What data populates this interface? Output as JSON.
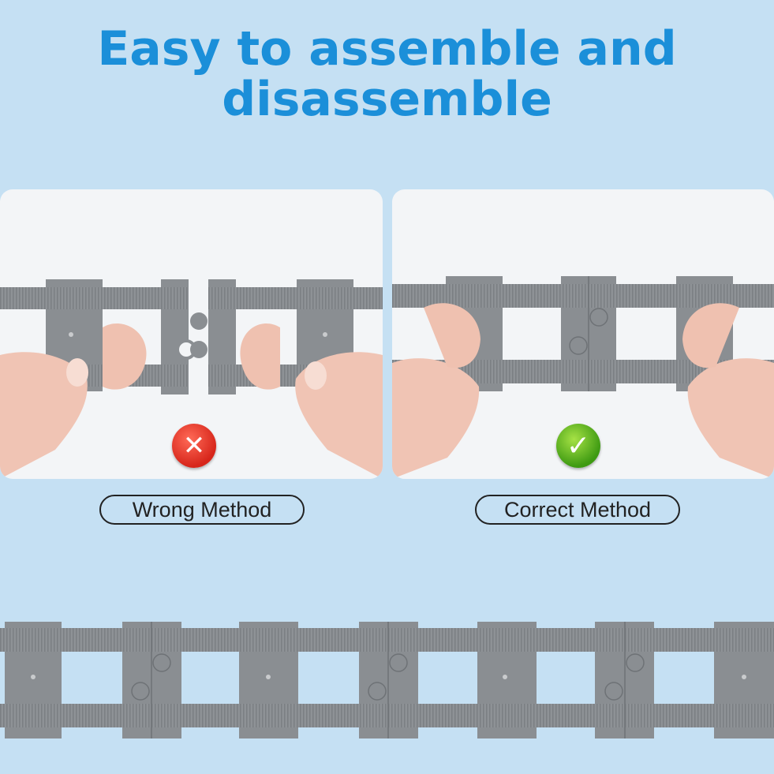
{
  "headline": {
    "line1": "Easy to assemble and",
    "line2": "disassemble"
  },
  "panels": {
    "wrong": {
      "label": "Wrong Method",
      "icon": "x-mark-icon",
      "symbol": "✕",
      "color": "#d7261b"
    },
    "correct": {
      "label": "Correct Method",
      "icon": "check-mark-icon",
      "symbol": "✓",
      "color": "#3e9a12"
    }
  },
  "colors": {
    "background": "#c5e0f3",
    "title": "#1b8fd9",
    "track": "#8c9094"
  }
}
